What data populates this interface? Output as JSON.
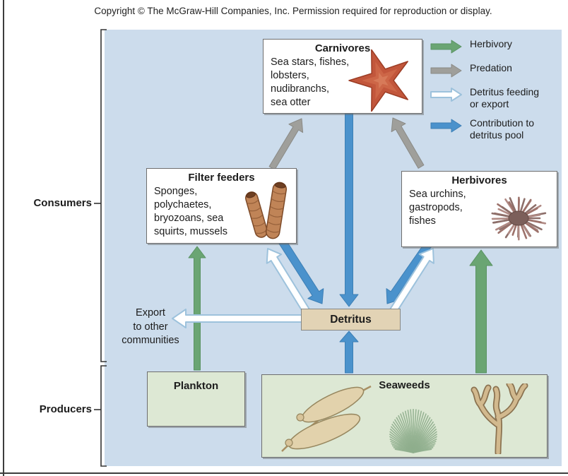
{
  "window": {
    "copyright": "Copyright © The McGraw-Hill Companies, Inc. Permission required for reproduction or display."
  },
  "side_labels": {
    "consumers": "Consumers",
    "producers": "Producers"
  },
  "legend": [
    {
      "id": "herbivory",
      "label": "Herbivory",
      "arrow": "green"
    },
    {
      "id": "predation",
      "label": "Predation",
      "arrow": "gray"
    },
    {
      "id": "detritus-feeding",
      "label": "Detritus feeding\nor export",
      "arrow": "white"
    },
    {
      "id": "contribution",
      "label": "Contribution to\ndetritus pool",
      "arrow": "blue"
    }
  ],
  "boxes": {
    "carnivores": {
      "title": "Carnivores",
      "species": "Sea stars, fishes,\nlobsters,\nnudibranchs,\nsea otter",
      "icon": "sea-star-icon"
    },
    "filter_feeders": {
      "title": "Filter feeders",
      "species": "Sponges,\npolychaetes,\nbryozoans, sea\nsquirts, mussels",
      "icon": "tube-sponges-icon"
    },
    "herbivores": {
      "title": "Herbivores",
      "species": "Sea urchins,\ngastropods,\nfishes",
      "icon": "sea-urchin-icon"
    },
    "detritus": {
      "title": "Detritus"
    },
    "plankton": {
      "title": "Plankton"
    },
    "seaweeds": {
      "title": "Seaweeds",
      "icons": [
        "kelp-icon",
        "bushy-seaweed-icon",
        "branching-seaweed-icon"
      ]
    }
  },
  "annotations": {
    "export_note": "Export\nto other\ncommunities"
  },
  "colors": {
    "panel_bg": "#ccdcec",
    "producer_box_bg": "#dde8d4",
    "detritus_bg": "#e2d3b5",
    "arrow_green": "#6aa573",
    "arrow_gray": "#9f9f9b",
    "arrow_blue": "#4a92cc",
    "arrow_white_fill": "#ffffff",
    "arrow_white_stroke": "#9dc2dc"
  }
}
